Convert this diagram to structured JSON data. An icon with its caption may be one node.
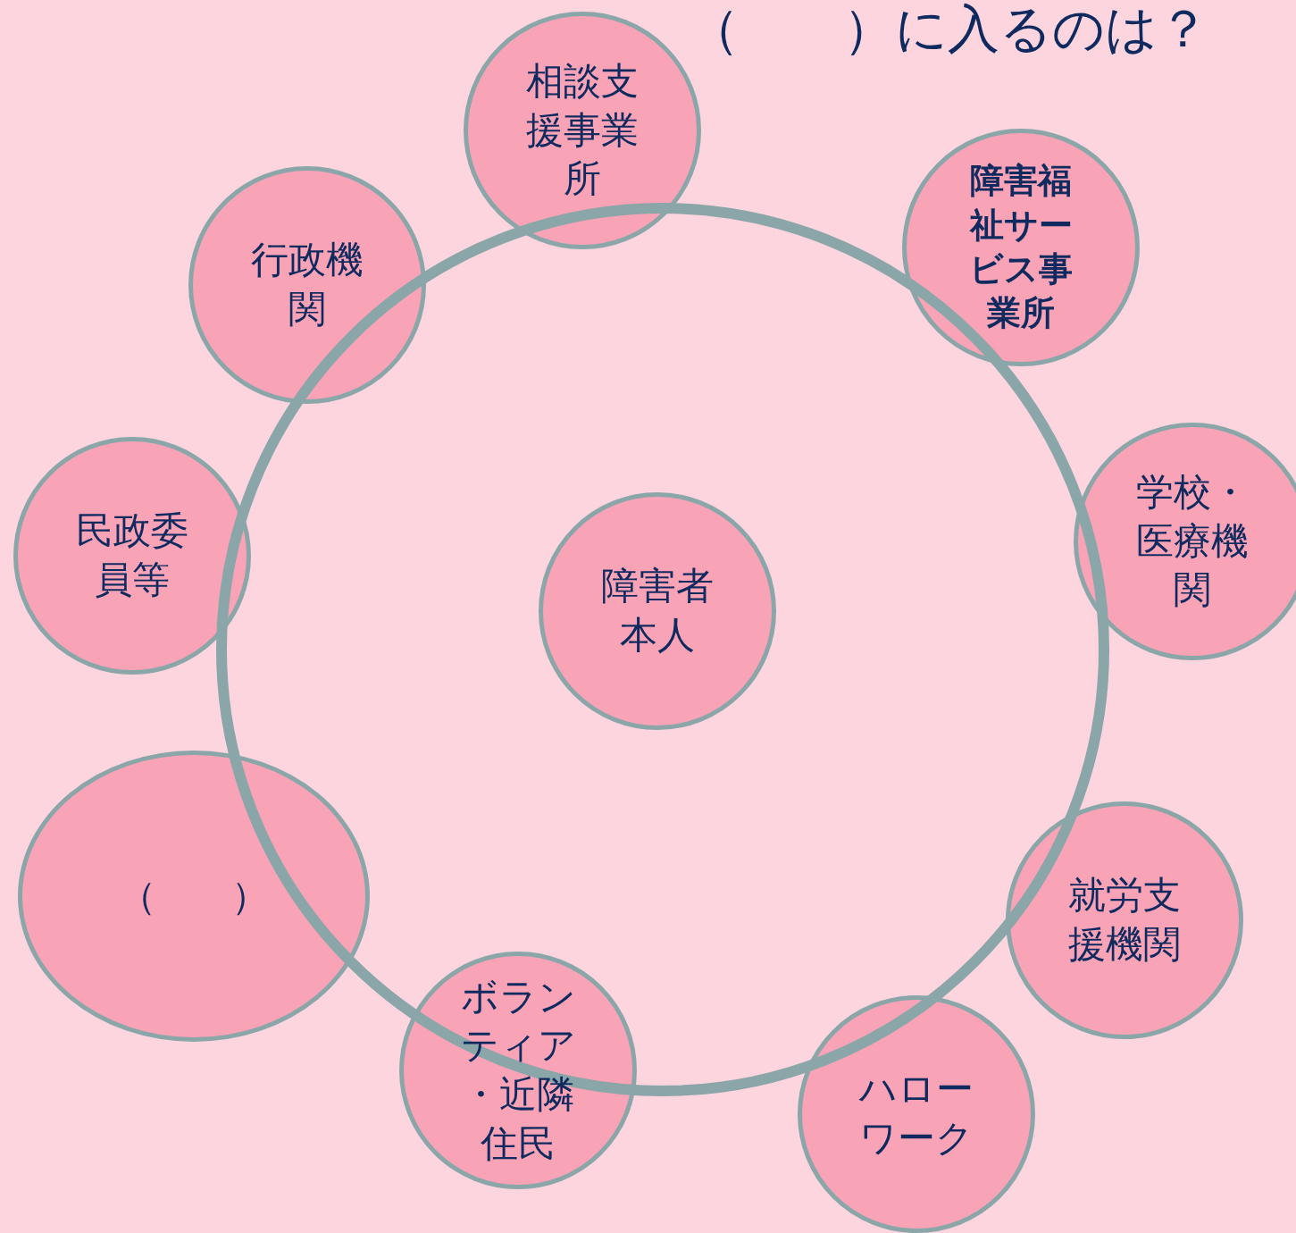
{
  "diagram": {
    "title": "（　　）に入るのは？",
    "nodes": [
      {
        "text": [
          "相談支援事業所"
        ]
      },
      {
        "text": [
          "行政機関"
        ]
      },
      {
        "text": [
          "障害福祉サービス事業所"
        ]
      },
      {
        "text": [
          "学校・医療機関"
        ]
      },
      {
        "text": [
          "民政委員等"
        ]
      },
      {
        "text": [
          "障害者本人"
        ]
      },
      {
        "text": [
          "就労支援機関"
        ]
      },
      {
        "text": [
          "（　　）"
        ]
      },
      {
        "text": [
          "ボランティア・近隣住民"
        ]
      },
      {
        "text": [
          "ハローワーク"
        ]
      }
    ]
  }
}
